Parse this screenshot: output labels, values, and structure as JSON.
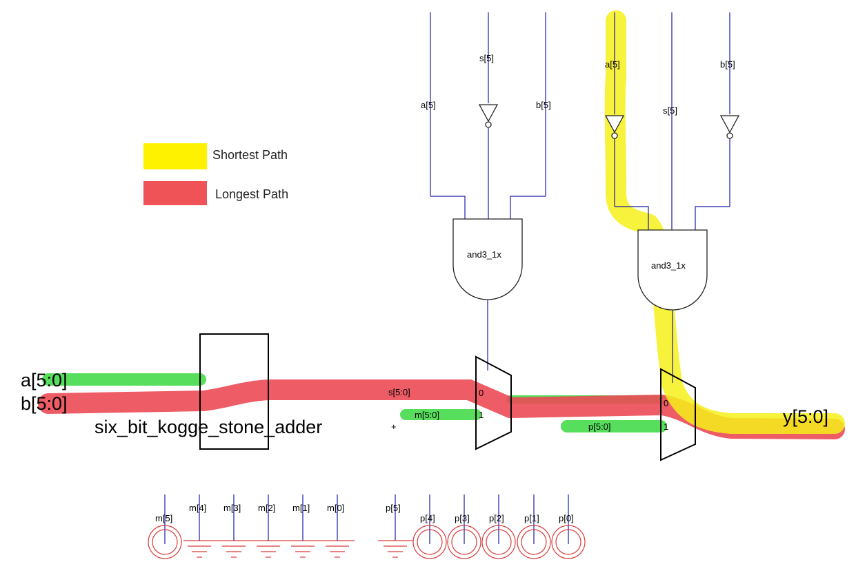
{
  "legend": {
    "shortest": {
      "label": "Shortest Path",
      "color": "#fff200"
    },
    "longest": {
      "label": "Longest Path",
      "color": "#ef5358"
    }
  },
  "ports": {
    "a": "a[5:0]",
    "b": "b[5:0]",
    "y": "y[5:0]"
  },
  "adder": {
    "label": "six_bit_kogge_stone_adder"
  },
  "plus_sign": "+",
  "bus_labels": {
    "s": "s[5:0]",
    "m": "m[5:0]",
    "p": "p[5:0]"
  },
  "mux1": {
    "in0": "0",
    "in1": "1"
  },
  "mux2": {
    "in0": "0",
    "in1": "1"
  },
  "gate1": {
    "label": "and3_1x",
    "in_a": "a[5]",
    "in_s": "s[5]",
    "in_b": "b[5]"
  },
  "gate2": {
    "label": "and3_1x",
    "in_a": "a[5]",
    "in_s": "s[5]",
    "in_b": "b[5]"
  },
  "bottom": {
    "m_labels": [
      "m[5]",
      "m[4]",
      "m[3]",
      "m[2]",
      "m[1]",
      "m[0]"
    ],
    "p_labels": [
      "p[5]",
      "p[4]",
      "p[3]",
      "p[2]",
      "p[1]",
      "p[0]"
    ]
  }
}
